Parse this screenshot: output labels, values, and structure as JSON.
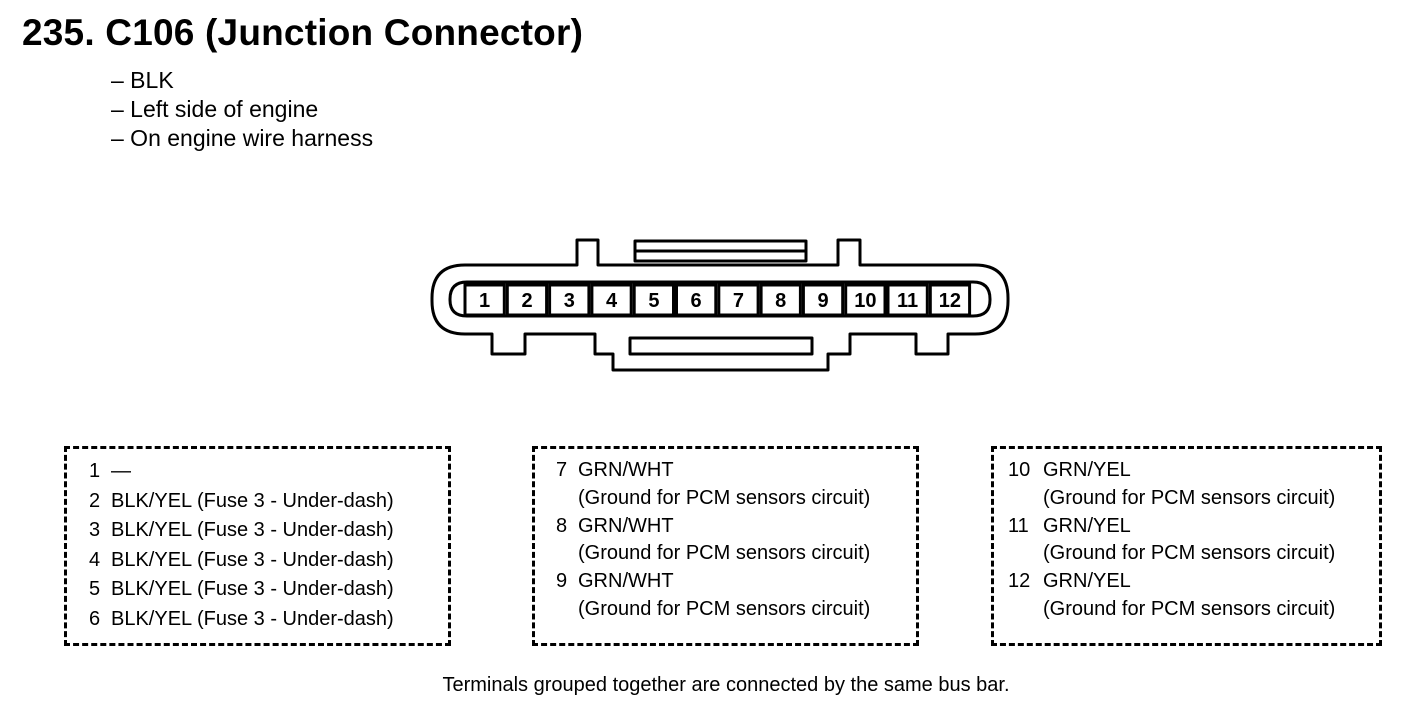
{
  "title": "235. C106 (Junction Connector)",
  "details": [
    "– BLK",
    "– Left side of engine",
    "– On engine wire harness"
  ],
  "pins": [
    "1",
    "2",
    "3",
    "4",
    "5",
    "6",
    "7",
    "8",
    "9",
    "10",
    "11",
    "12"
  ],
  "groups": [
    {
      "rows": [
        {
          "num": "1",
          "desc": "—"
        },
        {
          "num": "2",
          "desc": "BLK/YEL (Fuse 3 - Under-dash)"
        },
        {
          "num": "3",
          "desc": "BLK/YEL (Fuse 3 - Under-dash)"
        },
        {
          "num": "4",
          "desc": "BLK/YEL (Fuse 3 - Under-dash)"
        },
        {
          "num": "5",
          "desc": "BLK/YEL (Fuse 3 - Under-dash)"
        },
        {
          "num": "6",
          "desc": "BLK/YEL (Fuse 3 - Under-dash)"
        }
      ]
    },
    {
      "rows": [
        {
          "num": "7",
          "desc": "GRN/WHT",
          "sub": "(Ground for PCM sensors circuit)"
        },
        {
          "num": "8",
          "desc": "GRN/WHT",
          "sub": "(Ground for PCM sensors circuit)"
        },
        {
          "num": "9",
          "desc": "GRN/WHT",
          "sub": "(Ground for PCM sensors circuit)"
        }
      ]
    },
    {
      "rows": [
        {
          "num": "10",
          "desc": "GRN/YEL",
          "sub": "(Ground for PCM sensors circuit)"
        },
        {
          "num": "11",
          "desc": "GRN/YEL",
          "sub": "(Ground for PCM sensors circuit)"
        },
        {
          "num": "12",
          "desc": "GRN/YEL",
          "sub": "(Ground for PCM sensors circuit)"
        }
      ]
    }
  ],
  "footnote": "Terminals grouped together are connected by the same bus bar."
}
